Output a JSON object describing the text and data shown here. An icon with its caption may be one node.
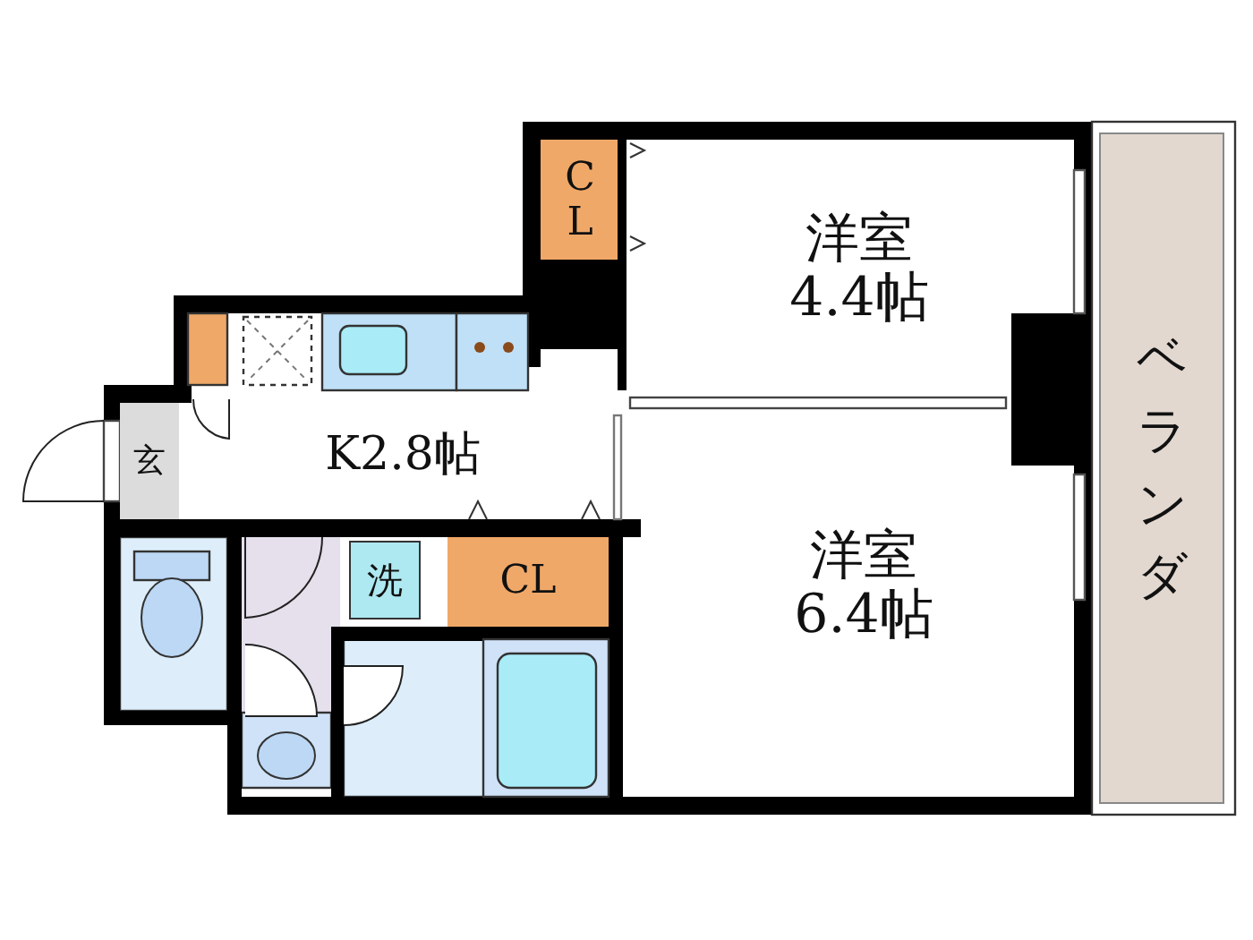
{
  "diagram": {
    "nodes": [
      {
        "text": [
          "CL"
        ]
      },
      {
        "text": [
          "洋室",
          "4.4帖"
        ]
      },
      {
        "text": [
          "K2.8帖"
        ]
      },
      {
        "text": [
          "玄"
        ]
      },
      {
        "text": [
          "洗"
        ]
      },
      {
        "text": [
          "CL"
        ]
      },
      {
        "text": [
          "洋室",
          "6.4帖"
        ]
      },
      {
        "text": [
          "ベランダ"
        ]
      }
    ]
  }
}
